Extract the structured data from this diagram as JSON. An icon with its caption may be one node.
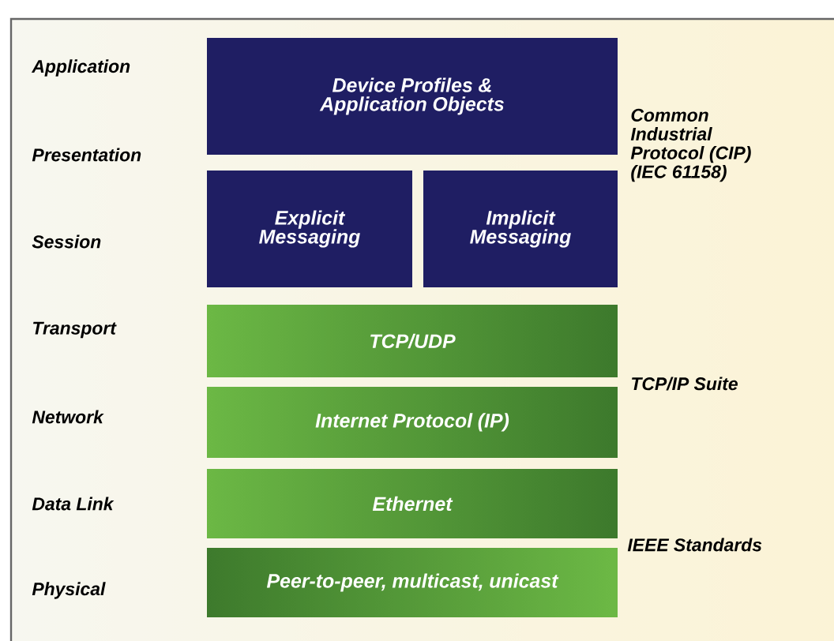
{
  "diagram": {
    "nodes": [
      {
        "text": [
          "Device Profiles & Application Objects"
        ]
      },
      {
        "text": [
          "Explicit Messaging"
        ]
      },
      {
        "text": [
          "Implicit Messaging"
        ]
      },
      {
        "text": [
          "TCP/UDP"
        ]
      },
      {
        "text": [
          "Internet Protocol (IP)"
        ]
      },
      {
        "text": [
          "Ethernet"
        ]
      },
      {
        "text": [
          "Peer-to-peer, multicast, unicast"
        ]
      }
    ],
    "labels": [
      "Application",
      "Common Industrial Protocol (CIP) (IEC 61158)",
      "Presentation",
      "Session",
      "Transport",
      "TCP/IP Suite",
      "Network",
      "Data Link",
      "IEEE Standards",
      "Physical"
    ]
  }
}
